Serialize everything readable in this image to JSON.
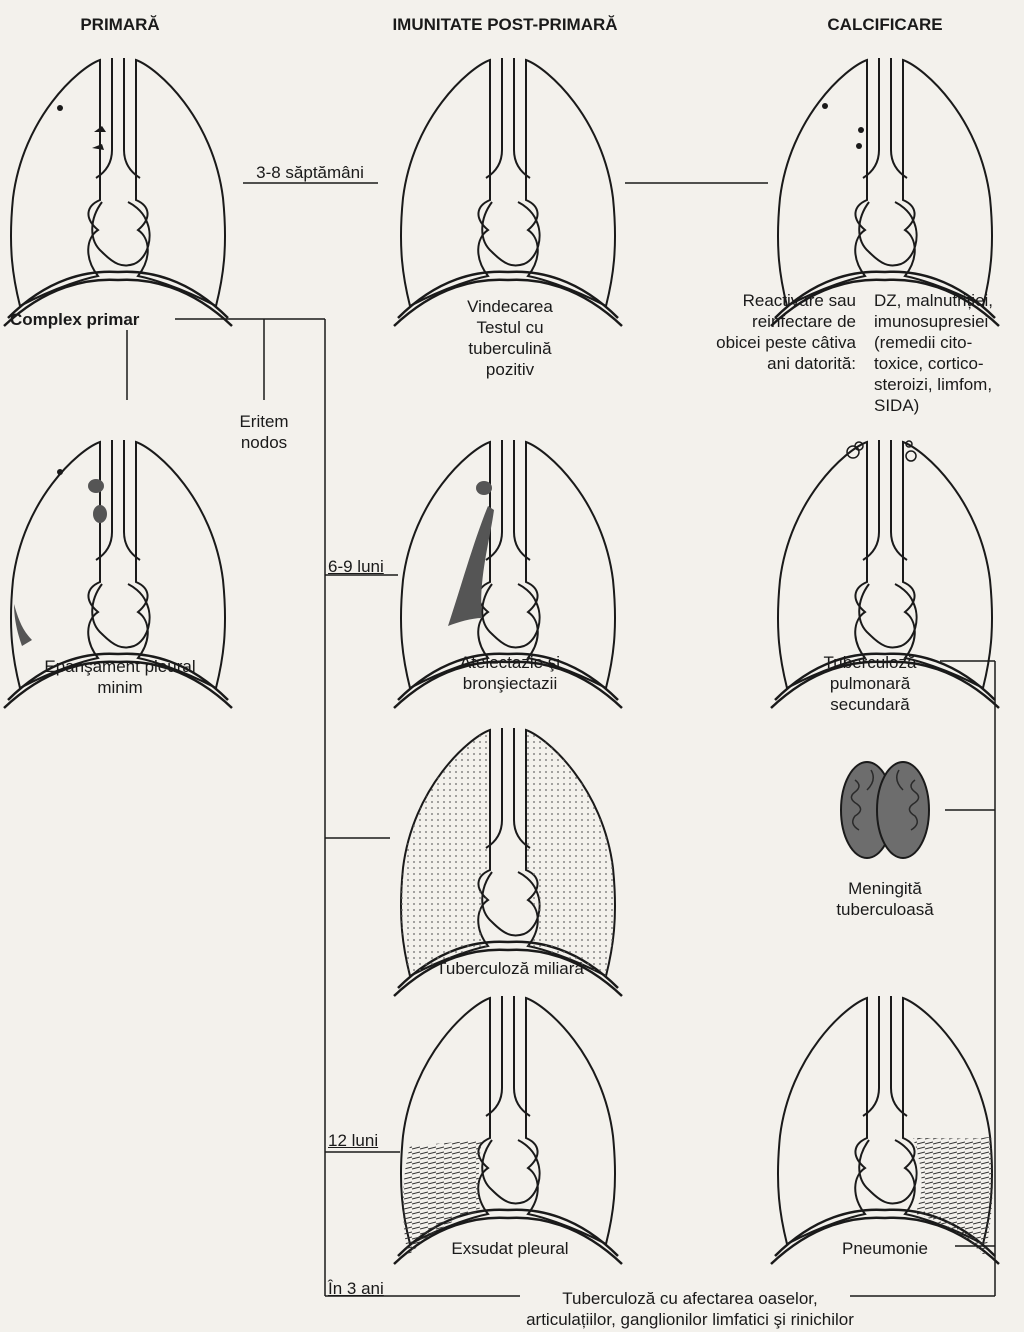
{
  "headers": {
    "primary": "PRIMARĂ",
    "post_primary": "IMUNITATE POST-PRIMARĂ",
    "calcification": "CALCIFICARE"
  },
  "labels": {
    "weeks": "3-8 săptămâni",
    "primary_complex": "Complex primar",
    "erythema_1": "Eritem",
    "erythema_2": "nodos",
    "healing_1": "Vindecarea",
    "healing_2": "Testul cu",
    "healing_3": "tuberculină",
    "healing_4": "pozitiv",
    "reactivation_1": "Reactivare sau",
    "reactivation_2": "reinfectare de",
    "reactivation_3": "obicei peste câtiva",
    "reactivation_4": "ani datorită:",
    "causes_1": "DZ, malnutriției,",
    "causes_2": "imunosupresiei",
    "causes_3": "(remedii cito-",
    "causes_4": "toxice, cortico-",
    "causes_5": "steroizi, limfom,",
    "causes_6": "SIDA)",
    "effusion_1": "Epanşament pleural",
    "effusion_2": "minim",
    "months_6_9": "6-9 luni",
    "atelectasis_1": "Atelectazie şi",
    "atelectasis_2": "bronşiectazii",
    "secondary_tb_1": "Tuberculoză",
    "secondary_tb_2": "pulmonară",
    "secondary_tb_3": "secundară",
    "miliary": "Tuberculoză miliară",
    "meningitis_1": "Meningită",
    "meningitis_2": "tuberculoasă",
    "months_12": "12 luni",
    "pleural_exudate": "Exsudat pleural",
    "pneumonia": "Pneumonie",
    "years_3": "În 3 ani",
    "bone_tb_1": "Tuberculoză cu afectarea oaselor,",
    "bone_tb_2": "articulațiilor, ganglionilor limfatici şi rinichilor"
  },
  "icons": [
    "lungs-icon",
    "brain-icon"
  ],
  "colors": {
    "ink": "#1a1a1a",
    "paper": "#f3f1ec",
    "shade": "#555555"
  }
}
